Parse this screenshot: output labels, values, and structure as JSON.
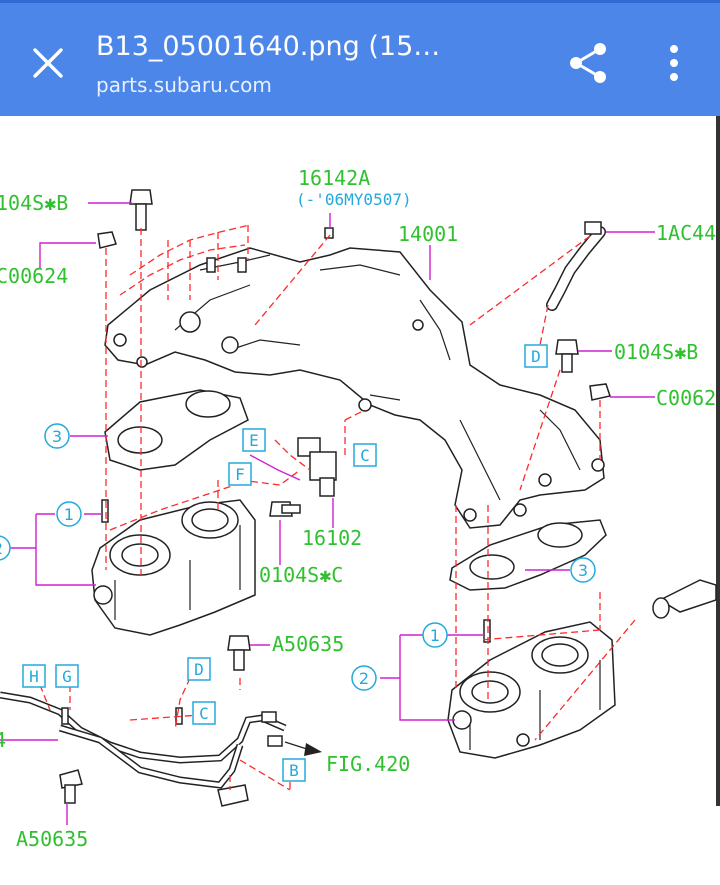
{
  "header": {
    "title": "B13_05001640.png (15…",
    "url": "parts.subaru.com"
  },
  "icons": {
    "close": "close-icon",
    "share": "share-icon",
    "more": "more-vert-icon"
  },
  "colors": {
    "header_bg": "#4b86e8",
    "part_label": "#30c030",
    "callout": "#22aadd",
    "leader_dashed": "#ff2a2a",
    "leader_solid": "#d020d0"
  },
  "diagram": {
    "labels": {
      "l_0104sb_left": "104S✱B",
      "l_c00624_left": "C00624",
      "l_16142a": "16142A",
      "l_06my": "(-'06MY0507)",
      "l_14001": "14001",
      "l_1ac44": "1AC44",
      "l_0104sb_right": "0104S✱B",
      "l_c0062_right": "C0062",
      "l_16102": "16102",
      "l_0104sc": "0104S✱C",
      "l_a50635_mid": "A50635",
      "l_fig420": "FIG.420",
      "l_a50635_bot": "A50635",
      "l_left_4": "4"
    },
    "letters": {
      "c_e": "E",
      "c_f": "F",
      "c_c": "C",
      "c_d": "D",
      "c_h": "H",
      "c_g": "G",
      "c_d2": "D",
      "c_c2": "C",
      "c_b": "B"
    },
    "numbers": {
      "n3_left": "3",
      "n1_left": "1",
      "n2_left": "2",
      "n3_right": "3",
      "n1_right": "1",
      "n2_right": "2"
    }
  }
}
